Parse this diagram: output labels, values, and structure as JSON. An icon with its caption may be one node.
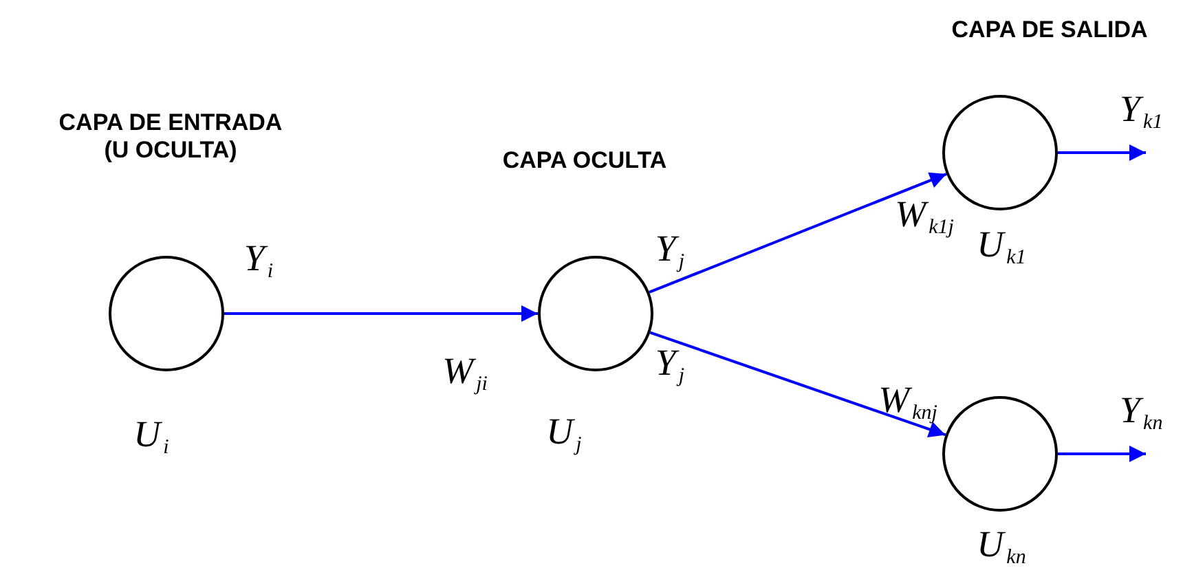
{
  "diagram": {
    "nodes": [
      {
        "text": [],
        "shape": "circle",
        "beside": [
          "CAPA DE ENTRADA (U OCULTA)",
          "U$_{i}$"
        ]
      },
      {
        "text": [],
        "shape": "circle",
        "beside": [
          "CAPA OCULTA",
          "U$_{j}$"
        ]
      },
      {
        "text": [],
        "shape": "circle",
        "beside": [
          "CAPA DE SALIDA",
          "U$_{k1}$"
        ]
      },
      {
        "text": [],
        "shape": "circle",
        "beside": [
          "U$_{kn}$"
        ]
      },
      {
        "text": [
          "Y$_{k1}$"
        ]
      },
      {
        "text": [
          "Y$_{kn}$"
        ]
      }
    ],
    "edges": [
      {
        "from": 0,
        "to": 1,
        "arrow": "to"
      },
      {
        "from": 1,
        "to": 2,
        "arrow": "to"
      },
      {
        "from": 1,
        "to": 3,
        "arrow": "to"
      },
      {
        "from": 2,
        "to": 4,
        "arrow": "to"
      },
      {
        "from": 3,
        "to": 5,
        "arrow": "to"
      }
    ],
    "labels": [
      "W$_{k1j}$",
      "Y$_{i}$",
      "Y$_{j}$",
      "Y$_{j}$",
      "W$_{ji}$",
      "W$_{knj}$"
    ]
  }
}
